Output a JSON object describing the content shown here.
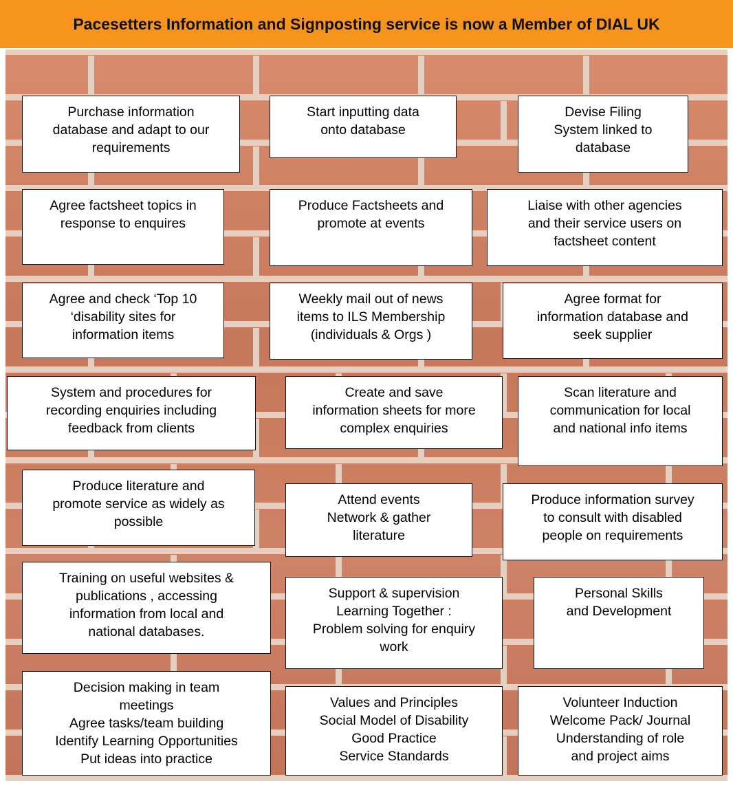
{
  "banner": {
    "title": "Pacesetters Information and Signposting service is now a Member of DIAL UK"
  },
  "boxes": [
    "Purchase information\ndatabase and adapt to our\nrequirements",
    "Start inputting data\nonto database",
    "Devise Filing\nSystem linked to\ndatabase",
    "Agree factsheet topics in\nresponse to enquires",
    "Produce Factsheets and\npromote at events",
    "Liaise with other agencies\nand their service users on\nfactsheet content",
    "Agree and check ‘Top 10\n‘disability sites for\ninformation items",
    "Weekly mail out of news\nitems to ILS Membership\n(individuals & Orgs )",
    "Agree format for\ninformation database and\nseek supplier",
    "System and procedures for\nrecording enquiries including\nfeedback from clients",
    "Create and save\ninformation sheets for more\ncomplex enquiries",
    "Scan literature and\ncommunication for local\nand national info items",
    "Produce literature and\npromote service as widely as\npossible",
    "Attend events\nNetwork & gather\nliterature",
    "Produce information survey\nto consult with disabled\npeople on requirements",
    "Training on useful websites &\npublications , accessing\ninformation from local and\nnational databases.",
    "Support & supervision\nLearning Together :\nProblem solving for enquiry\nwork",
    "Personal Skills\nand Development",
    "Decision making in  team\nmeetings\nAgree tasks/team building\nIdentify Learning Opportunities\nPut ideas into practice",
    "Values and Principles\nSocial Model of Disability\nGood Practice\nService Standards",
    "Volunteer Induction\nWelcome Pack/ Journal\nUnderstanding of role\nand project aims"
  ]
}
